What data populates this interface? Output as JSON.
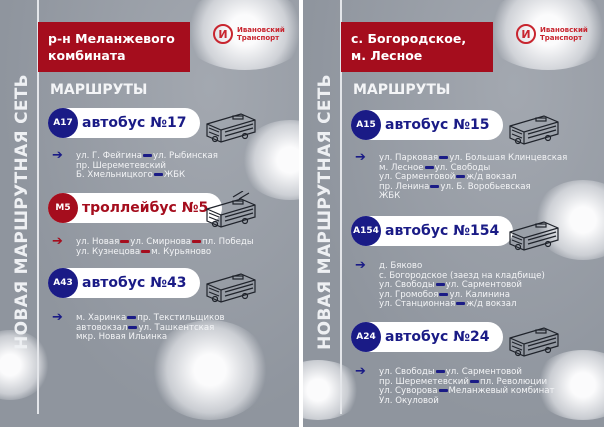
{
  "vertical_title": "НОВАЯ МАРШРУТНАЯ СЕТЬ",
  "logo": {
    "mark": "И",
    "line1": "Ивановский",
    "line2": "Транспорт"
  },
  "colors": {
    "bus": "#1a1b86",
    "trolleybus": "#a50d1d",
    "header": "#a50d1d"
  },
  "panels": [
    {
      "header_lines": [
        "р-н Меланжевого",
        "комбината"
      ],
      "section_label": "МАРШРУТЫ",
      "routes": [
        {
          "code": "А17",
          "name": "автобус №17",
          "type": "bus",
          "icon": "bus-icon",
          "lines": [
            [
              "ул. Г. Фейгина",
              "ул. Рыбинская"
            ],
            [
              "пр. Шереметевский"
            ],
            [
              "Б. Хмельницкого",
              "ЖБК"
            ]
          ]
        },
        {
          "code": "М5",
          "name": "троллейбус №5",
          "type": "trolleybus",
          "icon": "trolleybus-icon",
          "lines": [
            [
              "ул. Новая",
              "ул. Смирнова",
              "пл. Победы"
            ],
            [
              "ул. Кузнецова",
              "м. Курьяново"
            ]
          ]
        },
        {
          "code": "А43",
          "name": "автобус №43",
          "type": "bus",
          "icon": "bus-icon",
          "lines": [
            [
              "м. Харинка",
              "пр. Текстильщиков"
            ],
            [
              "автовокзал",
              "ул. Ташкентская"
            ],
            [
              "мкр. Новая Ильинка"
            ]
          ]
        }
      ]
    },
    {
      "header_lines": [
        "с. Богородское,",
        "м. Лесное"
      ],
      "section_label": "МАРШРУТЫ",
      "routes": [
        {
          "code": "А15",
          "name": "автобус №15",
          "type": "bus",
          "icon": "bus-icon",
          "lines": [
            [
              "ул. Парковая",
              "ул. Большая Клинцевская"
            ],
            [
              "м. Лесное",
              "ул. Свободы"
            ],
            [
              "ул. Сарментовой",
              "ж/д вокзал"
            ],
            [
              "пр. Ленина",
              "ул. Б. Воробьевская"
            ],
            [
              "ЖБК"
            ]
          ]
        },
        {
          "code": "А154",
          "name": "автобус №154",
          "type": "bus",
          "icon": "bus-icon",
          "lines": [
            [
              "д. Бяково"
            ],
            [
              "с. Богородское (заезд на кладбище)"
            ],
            [
              "ул. Свободы",
              "ул. Сарментовой"
            ],
            [
              "ул. Громобоя",
              "ул. Калинина"
            ],
            [
              "ул. Станционная",
              "ж/д вокзал"
            ]
          ]
        },
        {
          "code": "А24",
          "name": "автобус №24",
          "type": "bus",
          "icon": "bus-icon",
          "lines": [
            [
              "ул. Свободы",
              "ул. Сарментовой"
            ],
            [
              "пр. Шереметевский",
              "пл. Революции"
            ],
            [
              "ул. Суворова",
              "Меланжевый комбинат"
            ],
            [
              "Ул. Окуловой"
            ]
          ]
        }
      ]
    }
  ]
}
